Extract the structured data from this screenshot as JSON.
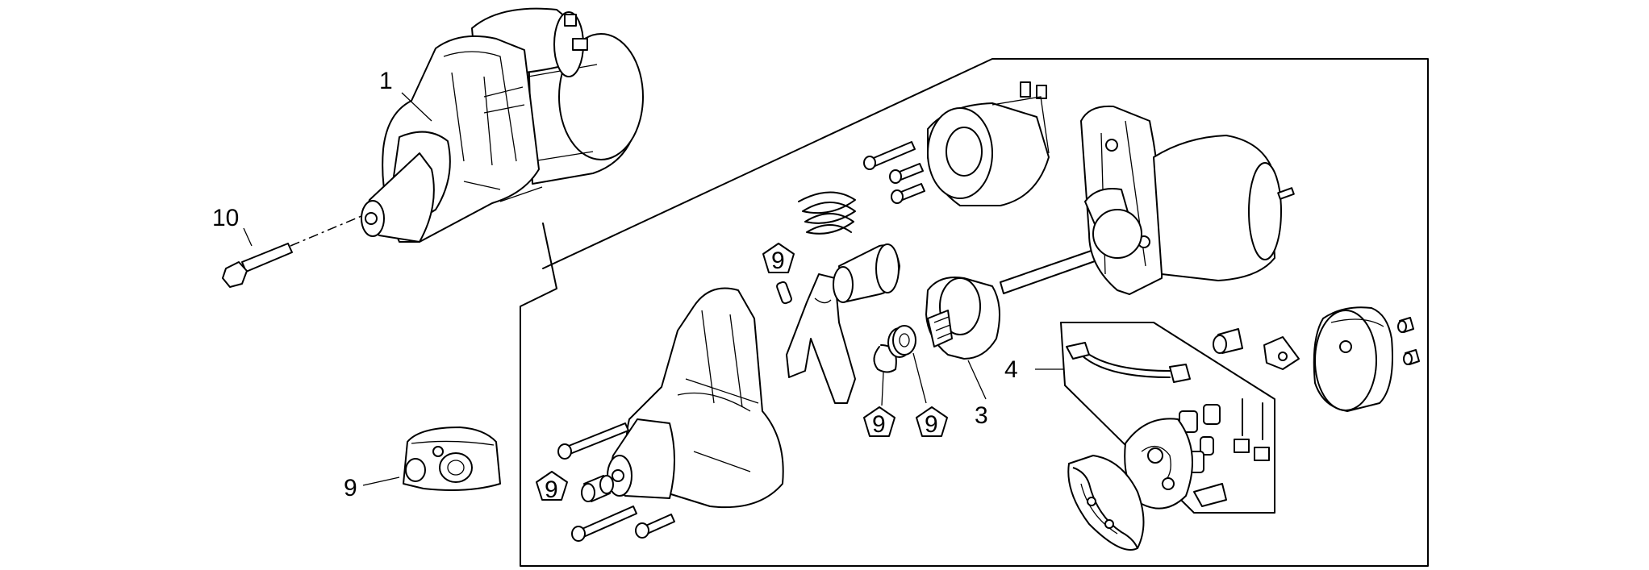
{
  "diagram": {
    "callouts": {
      "c1": "1",
      "c3": "3",
      "c4": "4",
      "c9_bracket": "9",
      "c9_pin": "9",
      "c9_circlip": "9",
      "c9_washer": "9",
      "c9_bushing": "9",
      "c10": "10"
    }
  }
}
